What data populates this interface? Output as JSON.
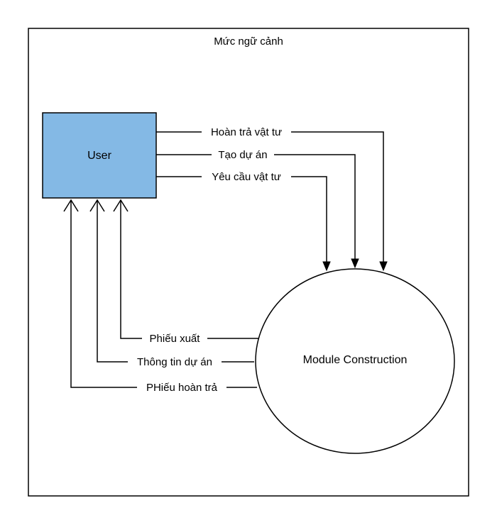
{
  "context": {
    "title": "Mức ngữ cảnh"
  },
  "nodes": {
    "user": {
      "label": "User",
      "fill": "#84b9e5"
    },
    "module": {
      "label": "Module Construction"
    }
  },
  "flows": {
    "to_module": [
      {
        "label": "Hoàn trả vật tư"
      },
      {
        "label": "Tạo dự án"
      },
      {
        "label": "Yêu cầu vật tư"
      }
    ],
    "to_user": [
      {
        "label": "Phiếu xuất"
      },
      {
        "label": "Thông tin dự án"
      },
      {
        "label": "PHiếu hoàn trả"
      }
    ]
  }
}
